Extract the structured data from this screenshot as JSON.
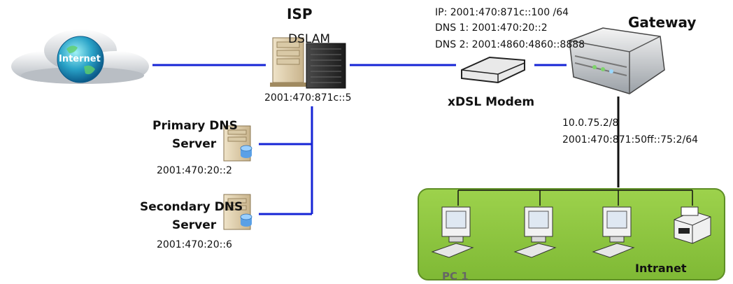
{
  "isp": {
    "title": "ISP",
    "dslam": "DSLAM",
    "address": "2001:470:871c::5"
  },
  "internet": {
    "label": "Internet"
  },
  "modem": {
    "name": "xDSL Modem",
    "ip": "IP: 2001:470:871c::100 /64",
    "dns1": "DNS 1: 2001:470:20::2",
    "dns2": "DNS 2: 2001:4860:4860::8888"
  },
  "gateway": {
    "title": "Gateway",
    "ipv4": "10.0.75.2/8",
    "ipv6": "2001:470:871:50ff::75:2/64"
  },
  "primary_dns": {
    "line1": "Primary DNS",
    "line2": "Server",
    "address": "2001:470:20::2"
  },
  "secondary_dns": {
    "line1": "Secondary DNS",
    "line2": "Server",
    "address": "2001:470:20::6"
  },
  "intranet": {
    "label": "Intranet",
    "pc_label": "PC 1"
  },
  "colors": {
    "link_blue": "#1524d6",
    "lan_black": "#111111",
    "intranet_fill": "#8dc63f",
    "intranet_border": "#5e8e25"
  }
}
